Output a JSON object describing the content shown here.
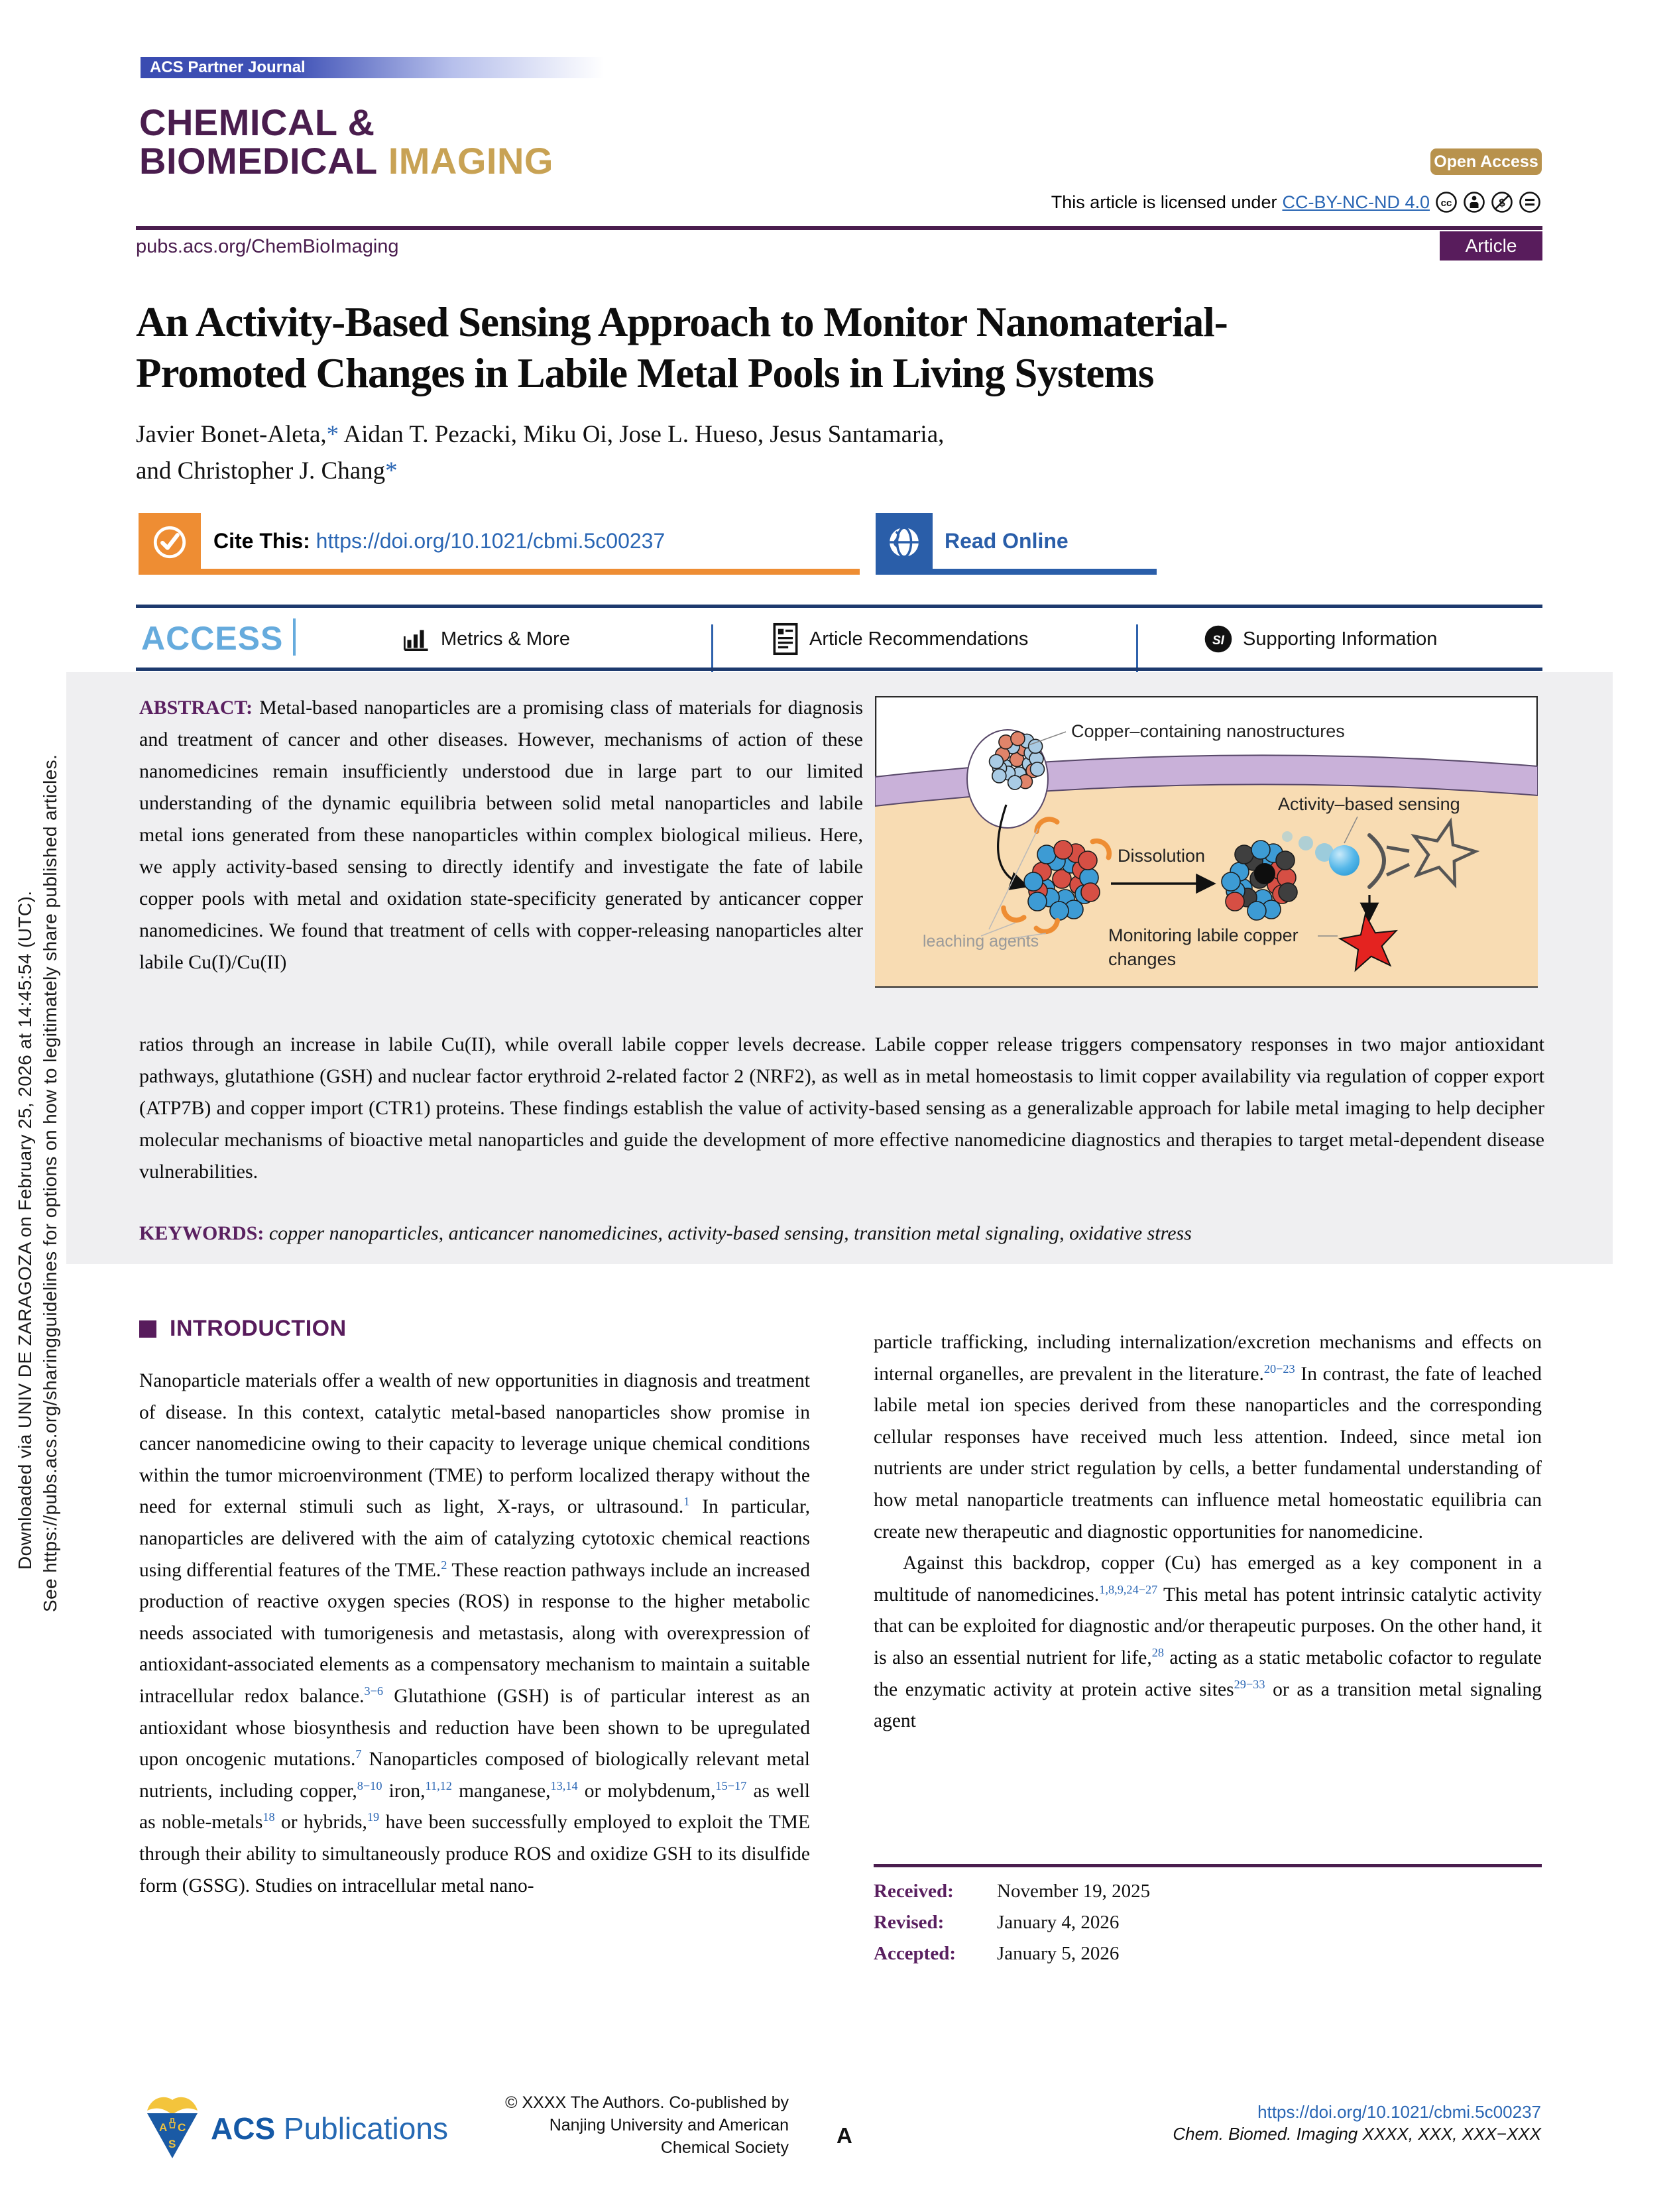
{
  "colors": {
    "purple_dark": "#4a1d4e",
    "purple_badge": "#581c5c",
    "gold_masthead": "#c8a254",
    "gold_badge": "#b8924d",
    "orange": "#ee8d33",
    "link_blue": "#2a66b4",
    "access_blue": "#66abdd",
    "banner_blue": "#3a4cb1",
    "navy_rule": "#1d3a6e",
    "abstract_bg": "#efeff1"
  },
  "banner": {
    "label": "ACS Partner Journal"
  },
  "masthead": {
    "line1": "CHEMICAL &",
    "line2_a": "BIOMEDICAL",
    "line2_b": "IMAGING",
    "site": "pubs.acs.org/ChemBioImaging",
    "open_access": "Open Access",
    "license_prefix": "This article is licensed under",
    "license_link": "CC-BY-NC-ND 4.0",
    "article_badge": "Article"
  },
  "sidebar": {
    "line1": "Downloaded via UNIV DE ZARAGOZA on February 25, 2026 at 14:45:54 (UTC).",
    "line2": "See https://pubs.acs.org/sharingguidelines for options on how to legitimately share published articles."
  },
  "title": {
    "line1": "An Activity-Based Sensing Approach to Monitor Nanomaterial-",
    "line2": "Promoted Changes in Labile Metal Pools in Living Systems"
  },
  "authors": {
    "line1_html": "Javier Bonet-Aleta,<span class=\"star\">*</span> Aidan T. Pezacki, Miku Oi, Jose L. Hueso, Jesus Santamaria,",
    "line2_html": "and Christopher J. Chang<span class=\"star\">*</span>"
  },
  "cite": {
    "label": "Cite This:",
    "doi": "https://doi.org/10.1021/cbmi.5c00237",
    "read_online": "Read Online"
  },
  "access_bar": {
    "access": "ACCESS",
    "metrics": "Metrics & More",
    "recommendations": "Article Recommendations",
    "supporting": "Supporting Information",
    "si": "SI"
  },
  "abstract": {
    "label": "ABSTRACT:",
    "col_text": "Metal-based nanoparticles are a promising class of materials for diagnosis and treatment of cancer and other diseases. However, mechanisms of action of these nanomedicines remain insufficiently understood due in large part to our limited understanding of the dynamic equilibria between solid metal nanoparticles and labile metal ions generated from these nanoparticles within complex biological milieus. Here, we apply activity-based sensing to directly identify and investigate the fate of labile copper pools with metal and oxidation state-specificity generated by anticancer copper nanomedicines. We found that treatment of cells with copper-releasing nanoparticles alter labile Cu(I)/Cu(II)",
    "full_text": "ratios through an increase in labile Cu(II), while overall labile copper levels decrease. Labile copper release triggers compensatory responses in two major antioxidant pathways, glutathione (GSH) and nuclear factor erythroid 2-related factor 2 (NRF2), as well as in metal homeostasis to limit copper availability via regulation of copper export (ATP7B) and copper import (CTR1) proteins. These findings establish the value of activity-based sensing as a generalizable approach for labile metal imaging to help decipher molecular mechanisms of bioactive metal nanoparticles and guide the development of more effective nanomedicine diagnostics and therapies to target metal-dependent disease vulnerabilities."
  },
  "keywords": {
    "label": "KEYWORDS:",
    "text": "copper nanoparticles, anticancer nanomedicines, activity-based sensing, transition metal signaling, oxidative stress"
  },
  "figure": {
    "label_nanostructures": "Copper–containing nanostructures",
    "label_sensing": "Activity–based sensing",
    "label_dissolution": "Dissolution",
    "label_leaching": "leaching agents",
    "label_monitoring_1": "Monitoring labile copper",
    "label_monitoring_2": "changes"
  },
  "intro": {
    "heading": "INTRODUCTION",
    "left_html": "Nanoparticle materials offer a wealth of new opportunities in diagnosis and treatment of disease. In this context, catalytic metal-based nanoparticles show promise in cancer nanomedicine owing to their capacity to leverage unique chemical conditions within the tumor microenvironment (TME) to perform localized therapy without the need for external stimuli such as light, X-rays, or ultrasound.<sup>1</sup> In particular, nanoparticles are delivered with the aim of catalyzing cytotoxic chemical reactions using differential features of the TME.<sup>2</sup> These reaction pathways include an increased production of reactive oxygen species (ROS) in response to the higher metabolic needs associated with tumorigenesis and metastasis, along with overexpression of antioxidant-associated elements as a compensatory mechanism to maintain a suitable intracellular redox balance.<sup>3−6</sup> Glutathione (GSH) is of particular interest as an antioxidant whose biosynthesis and reduction have been shown to be upregulated upon oncogenic mutations.<sup>7</sup> Nanoparticles composed of biologically relevant metal nutrients, including copper,<sup>8−10</sup> iron,<sup>11,12</sup> manganese,<sup>13,14</sup> or molybdenum,<sup>15−17</sup> as well as noble-metals<sup>18</sup> or hybrids,<sup>19</sup> have been successfully employed to exploit the TME through their ability to simultaneously produce ROS and oxidize GSH to its disulfide form (GSSG). Studies on intracellular metal nano-",
    "right_p1_html": "particle trafficking, including internalization/excretion mechanisms and effects on internal organelles, are prevalent in the literature.<sup>20−23</sup> In contrast, the fate of leached labile metal ion species derived from these nanoparticles and the corresponding cellular responses have received much less attention. Indeed, since metal ion nutrients are under strict regulation by cells, a better fundamental understanding of how metal nanoparticle treatments can influence metal homeostatic equilibria can create new therapeutic and diagnostic opportunities for nanomedicine.",
    "right_p2_html": "Against this backdrop, copper (Cu) has emerged as a key component in a multitude of nanomedicines.<sup>1,8,9,24−27</sup> This metal has potent intrinsic catalytic activity that can be exploited for diagnostic and/or therapeutic purposes. On the other hand, it is also an essential nutrient for life,<sup>28</sup> acting as a static metabolic cofactor to regulate the enzymatic activity at protein active sites<sup>29−33</sup> or as a transition metal signaling agent"
  },
  "dates": {
    "received_label": "Received:",
    "received": "November 19, 2025",
    "revised_label": "Revised:",
    "revised": "January 4, 2026",
    "accepted_label": "Accepted:",
    "accepted": "January 5, 2026"
  },
  "footer": {
    "acs": "ACS",
    "publications": "Publications",
    "copyright_l1": "© XXXX The Authors. Co-published by",
    "copyright_l2": "Nanjing University and American",
    "copyright_l3": "Chemical Society",
    "page_letter": "A",
    "doi": "https://doi.org/10.1021/cbmi.5c00237",
    "citation": "Chem. Biomed. Imaging XXXX, XXX, XXX−XXX"
  }
}
